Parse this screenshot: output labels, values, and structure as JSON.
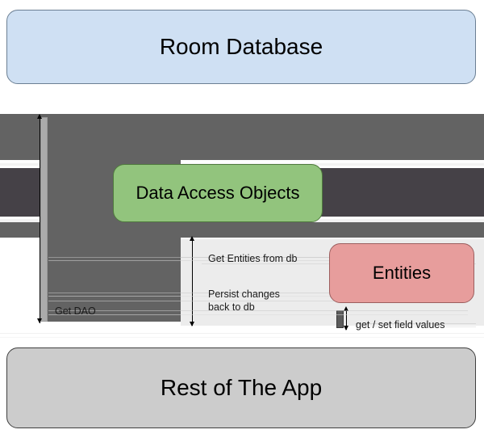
{
  "diagram": {
    "type": "uml-sequence-diagram",
    "title_text": "Room Database",
    "nodes": [
      {
        "id": "room",
        "label": "Room Database",
        "color": "#cfe0f3"
      },
      {
        "id": "dao",
        "label": "Data Access Objects",
        "color": "#92c47d"
      },
      {
        "id": "entities",
        "label": "Entities",
        "color": "#e79d9c"
      },
      {
        "id": "rest",
        "label": "Rest of The App",
        "color": "#cccccc"
      }
    ],
    "messages": [
      {
        "id": "get-dao",
        "label": "Get DAO",
        "from": "rest",
        "to": "room"
      },
      {
        "id": "get-entities",
        "label": "Get Entities from db",
        "from": "rest",
        "to": "dao"
      },
      {
        "id": "persist",
        "label": "Persist changes\nback to db",
        "from": "rest",
        "to": "dao"
      },
      {
        "id": "field-values",
        "label": "get / set field values",
        "from": "rest",
        "to": "entities"
      }
    ],
    "colors": {
      "room_fill": "#cfe0f3",
      "dao_fill": "#92c47d",
      "entities_fill": "#e79d9c",
      "rest_fill": "#cccccc",
      "band_mid": "#636363",
      "band_dark": "#454147",
      "stage_pale": "#ececec",
      "activation_light": "#ababab",
      "activation_dark": "#5b5b5b",
      "background": "#ffffff"
    }
  }
}
